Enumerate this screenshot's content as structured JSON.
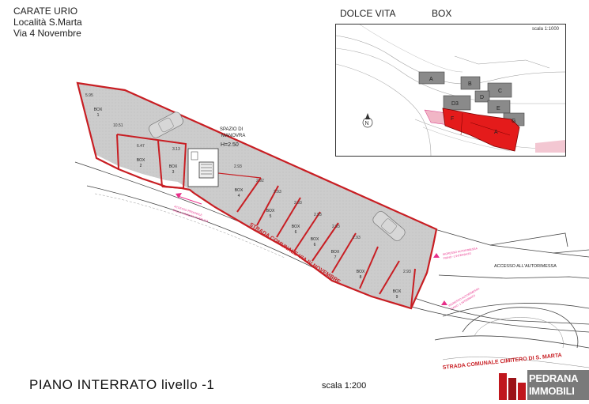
{
  "header": {
    "line1": "CARATE URIO",
    "line2": "Località S.Marta",
    "line3": "Via 4 Novembre",
    "project": "DOLCE VITA",
    "project_type": "BOX"
  },
  "inset": {
    "scale": "scala 1:1000",
    "north": "N",
    "blocks": [
      "A",
      "B",
      "C",
      "D",
      "E",
      "D3",
      "F",
      "G",
      "A"
    ]
  },
  "plan": {
    "maneuver_label": "SPAZIO DI\nMANOVRA",
    "maneuver_height": "H=2.50",
    "boxes": [
      {
        "label": "BOX\n1"
      },
      {
        "label": "BOX\n2"
      },
      {
        "label": "BOX\n3"
      },
      {
        "label": "BOX\n4"
      },
      {
        "label": "BOX\n5"
      },
      {
        "label": "BOX\n6"
      },
      {
        "label": "BOX\n6"
      },
      {
        "label": "BOX\n7"
      },
      {
        "label": "BOX\n8"
      },
      {
        "label": "BOX\n9"
      }
    ],
    "dims": [
      "5.95",
      "10.51",
      "6.47",
      "3.13",
      "2.93",
      "2.92",
      "2.93",
      "2.93",
      "2.93",
      "2.93",
      "2.93",
      "2.93"
    ],
    "street1": "STRADA COMUNALE VIA IV NOVEMBRE",
    "street2": "STRADA COMUNALE CIMITERO DI S. MARTA",
    "access": "ACCESSO ALL'AUTORIMESSA",
    "pink_left": "ACCESSO PEDONALE\nDALLA VIABILITA' PUBBLICA",
    "pink_right1": "INGRESSO AUTORIMESSA\nPIANO -1 INTERRATO",
    "pink_right2": "INGRESSO AUTORIMESSA\nPIANO -1 INTERRATO"
  },
  "footer": {
    "title": "PIANO INTERRATO livello -1",
    "scale": "scala 1:200"
  },
  "brand": {
    "name1": "PEDRANA",
    "name2": "IMMOBILI",
    "color": "#c0171d"
  },
  "colors": {
    "accent_red": "#c81e23",
    "pink": "#e8308a",
    "hatch_gray": "#c9c9c9"
  }
}
